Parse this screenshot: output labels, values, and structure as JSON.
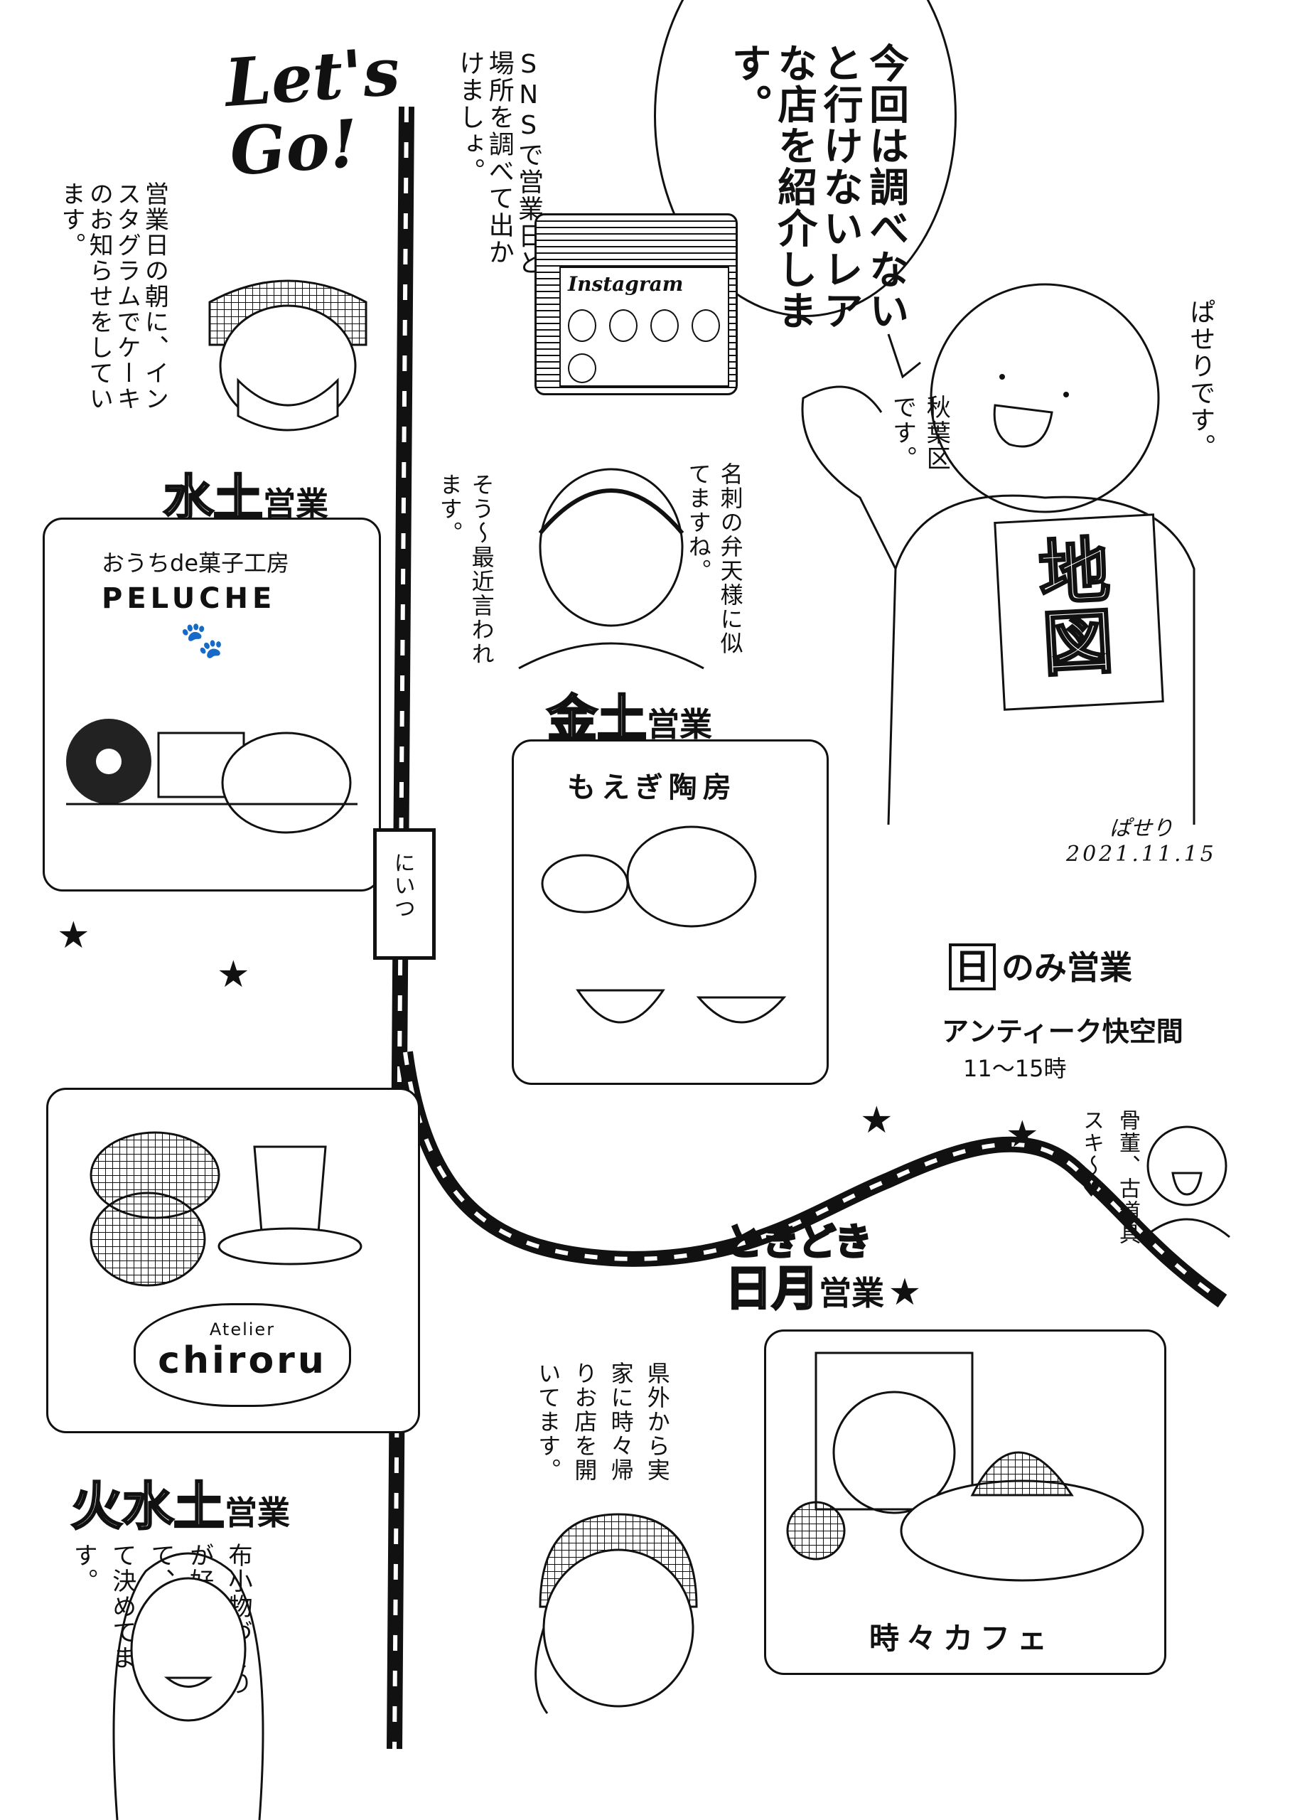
{
  "title": "Let's Go!",
  "intro_bubble": "今回は調べないと行けないレアな店を紹介します。",
  "sns_note": "SNSで営業日と場所を調べて出かけましょ。",
  "phone_app_label": "Instagram",
  "narrator": {
    "name_line": "ぱせりです。",
    "ward_line": "秋葉区です。",
    "map_sign": "地図"
  },
  "signature": {
    "name": "ぱせり",
    "date": "2021.11.15"
  },
  "station_sign": "にいつ",
  "shops": [
    {
      "id": "peluche",
      "days_emphasis": "水土",
      "days_suffix": "営業",
      "subtitle": "おうちde菓子工房",
      "name": "PELUCHE",
      "icon": "paw-icon",
      "owner_comment": "営業日の朝に、インスタグラムでケーキのお知らせをしています。"
    },
    {
      "id": "moegi",
      "days_emphasis": "金土",
      "days_suffix": "営業",
      "name": "もえぎ陶房",
      "owner_comment_visitor": "名刺の弁天様に似てますね。",
      "owner_comment_reply": "そう〜最近言われます。"
    },
    {
      "id": "antique",
      "days_emphasis": "日",
      "days_suffix": "のみ営業",
      "name": "アンティーク快空間",
      "hours": "11〜15時",
      "owner_comment": "骨董、古道具スキ〜♥"
    },
    {
      "id": "tokidoki",
      "days_prefix": "ときどき",
      "days_emphasis": "日月",
      "days_suffix": "営業",
      "name": "時々カフェ",
      "owner_comment": "県外から実家に時々帰りお店を開いてます。"
    },
    {
      "id": "chiroru",
      "days_emphasis": "火水土",
      "days_suffix": "営業",
      "name_small": "Atelier",
      "name": "chiroru",
      "owner_comment": "布小物づくりが好きすぎて、店だけって決めてます。"
    }
  ],
  "colors": {
    "ink": "#111111",
    "paper": "#ffffff"
  }
}
